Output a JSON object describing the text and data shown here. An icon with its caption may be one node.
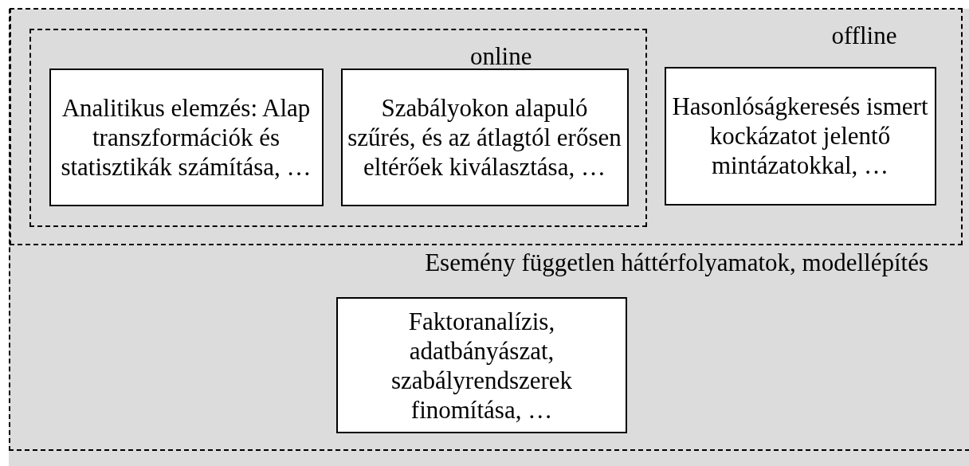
{
  "diagram": {
    "nodes": [
      {
        "text": [
          "Esemény független háttérfolyamatok, modellépítés"
        ]
      },
      {
        "text": [
          "offline"
        ],
        "in": 0
      },
      {
        "text": [
          "online"
        ],
        "in": 1
      },
      {
        "text": [
          "Analitikus elemzés: Alap transzformációk és statisztikák számítása, …"
        ],
        "in": 2
      },
      {
        "text": [
          "Szabályokon alapuló szűrés, és az átlagtól erősen eltérőek kiválasztása, …"
        ],
        "in": 2
      },
      {
        "text": [
          "Hasonlóságkeresés ismert kockázatot jelentő mintázatokkal, …"
        ],
        "in": 1
      },
      {
        "text": [
          "Faktoranalízis, adatbányászat, szabályrendszerek finomítása, …"
        ],
        "in": 0
      }
    ]
  }
}
